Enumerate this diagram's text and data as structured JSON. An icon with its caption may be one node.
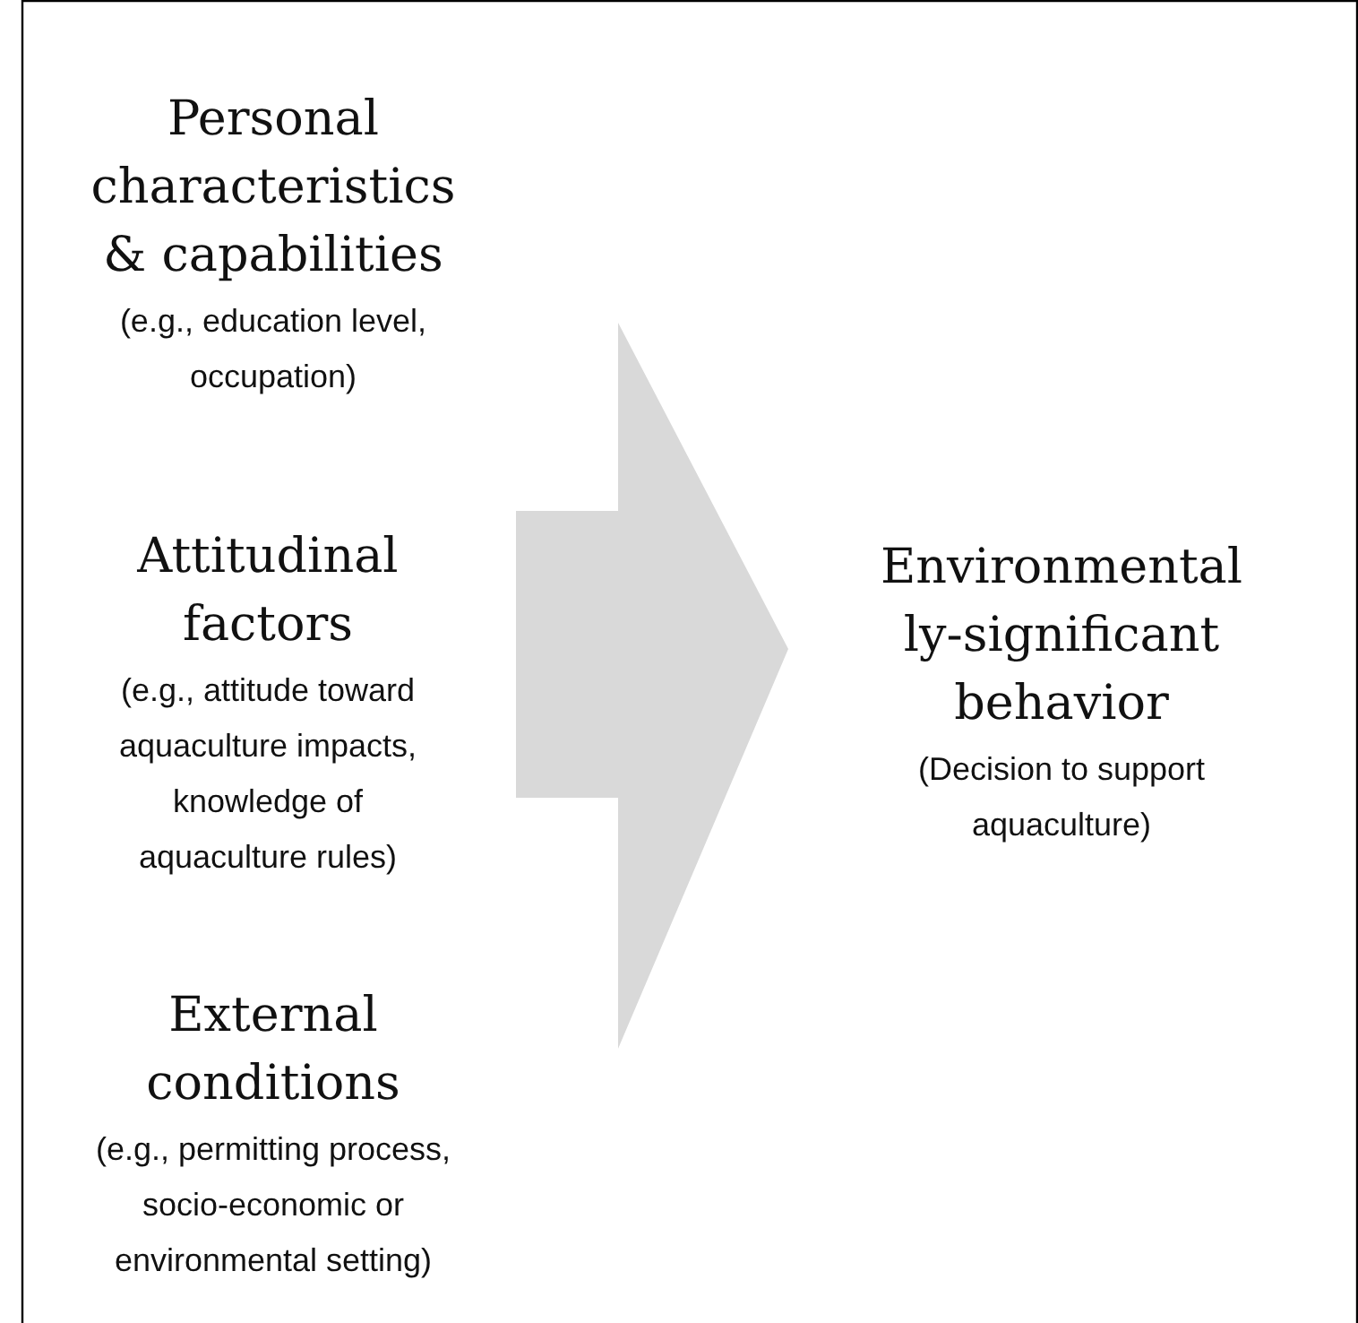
{
  "diagram": {
    "nodes": [
      {
        "text": [
          "Personal characteristics & capabilities",
          "(e.g., education level, occupation)"
        ]
      },
      {
        "text": [
          "Attitudinal factors",
          "(e.g., attitude toward aquaculture impacts, knowledge of aquaculture rules)"
        ]
      },
      {
        "text": [
          "External conditions",
          "(e.g., permitting process, socio-economic or environmental setting)"
        ]
      },
      {
        "text": [
          "Environmental ly-significant behavior",
          "(Decision to support aquaculture)"
        ]
      }
    ],
    "edges": [
      {
        "from": 0,
        "to": 3,
        "arrow": "to"
      },
      {
        "from": 1,
        "to": 3,
        "arrow": "to"
      },
      {
        "from": 2,
        "to": 3,
        "arrow": "to"
      }
    ]
  }
}
